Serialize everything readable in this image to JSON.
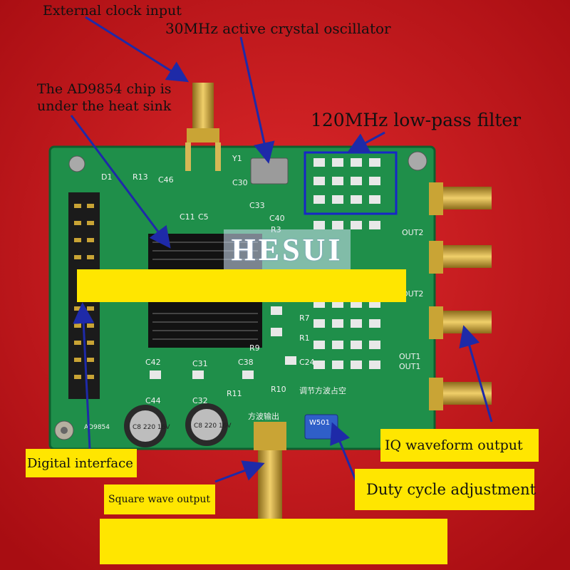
{
  "annotations": {
    "external_clock": "External clock input",
    "crystal": "30MHz active crystal oscillator",
    "chip_line1": "The AD9854 chip is",
    "chip_line2": "under the heat sink",
    "filter": "120MHz low-pass filter",
    "digital_interface": "Digital interface",
    "square_wave": "Square wave output",
    "iq_output": "IQ waveform output",
    "duty_cycle": "Duty cycle adjustment"
  },
  "watermark": "HESUI",
  "board_labels": {
    "d1": "D1",
    "r13": "R13",
    "c46": "C46",
    "y1": "Y1",
    "c30": "C30",
    "c33": "C33",
    "c11": "C11",
    "c5": "C5",
    "c40": "C40",
    "r3": "R3",
    "r7": "R7",
    "r1": "R1",
    "c24": "C24",
    "r9": "R9",
    "c42": "C42",
    "c31": "C31",
    "c38": "C38",
    "c44": "C44",
    "c32": "C32",
    "r11": "R11",
    "r10": "R10",
    "out2_a": "OUT2",
    "out2_b": "OUT2",
    "out1_a": "OUT1",
    "out1_b": "OUT1",
    "w501": "W501",
    "cap1": "C8 220 16V",
    "cap2": "C8 220 16V",
    "ad9854": "AD9854",
    "cn_square": "方波输出",
    "cn_duty": "调节方波占空"
  },
  "colors": {
    "background": "#d4161b",
    "board": "#1f8f4a",
    "highlight_box": "#ffe600",
    "arrow": "#1e2aa8",
    "filter_frame": "#1726c8"
  }
}
